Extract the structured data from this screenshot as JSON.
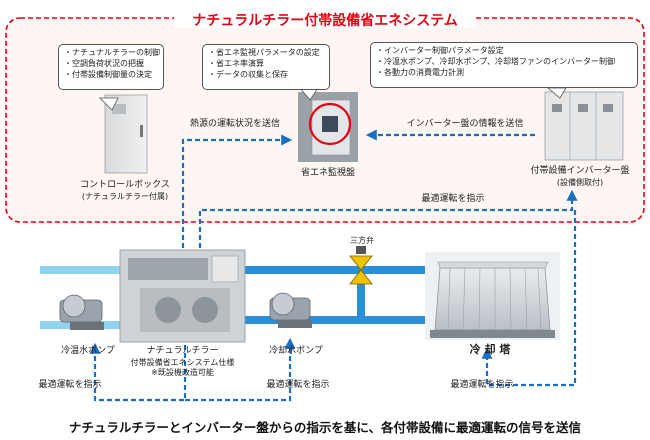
{
  "system_title": "ナチュラルチラー付帯設備省エネシステム",
  "callouts": {
    "control_box": [
      "・ナチュナルチラーの制御",
      "・空調負荷状況の把握",
      "・付帯設備制御量の決定"
    ],
    "monitor": [
      "・省エネ監視パラメータの設定",
      "・省エネ率演算",
      "・データの収集と保存"
    ],
    "inverter": [
      "・インバーター制御パラメータ設定",
      "・冷温水ポンプ、冷却水ポンプ、冷却塔ファンのインバーター制御",
      "・各動力の消費電力計測"
    ]
  },
  "equipment": {
    "control_box_label": "コントロールボックス",
    "control_box_sub": "(ナチュラルチラー付属)",
    "monitor_label": "省エネ監視盤",
    "inverter_label": "付帯設備インバーター盤",
    "inverter_sub": "(設備側取付)",
    "chiller_label": "ナチュラルチラー",
    "chiller_sub1": "付帯設備省エネシステム仕様",
    "chiller_sub2": "※既設機改造可能",
    "chilled_pump_label": "冷温水ポンプ",
    "cooling_pump_label": "冷却水ポンプ",
    "cooling_tower_label": "冷 却 塔",
    "valve_label": "三方弁"
  },
  "signals": {
    "heat_source_status": "熱源の運転状況を送信",
    "inverter_info": "インバーター盤の情報を送信",
    "optimal_top": "最適運転を指示",
    "optimal_chilled_pump": "最適運転を指示",
    "optimal_cooling_pump": "最適運転を指示",
    "optimal_tower": "最適運転を指示"
  },
  "footer": "ナチュラルチラーとインバーター盤からの指示を基に、各付帯設備に最適運転の信号を送信",
  "colors": {
    "title_red": "#e60012",
    "signal_blue": "#1a6fc4",
    "pipe_blue": "#2a8fd6",
    "pipe_light": "#8fd3ef",
    "valve_yellow": "#f2c200"
  }
}
